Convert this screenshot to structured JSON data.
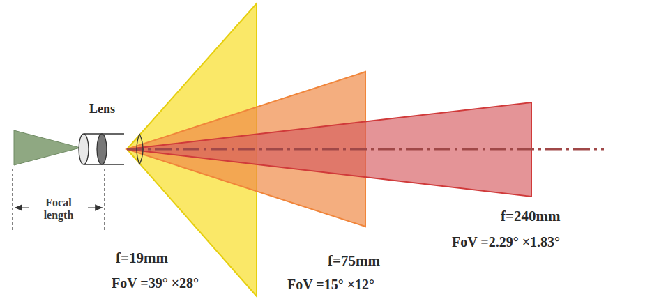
{
  "diagram": {
    "labels": [
      "Lens",
      "Focal length",
      "f=19mm",
      "FoV =39° ×28°",
      "f=75mm",
      "FoV =15° ×12°",
      "f=240mm",
      "FoV =2.29° ×1.83°"
    ]
  }
}
